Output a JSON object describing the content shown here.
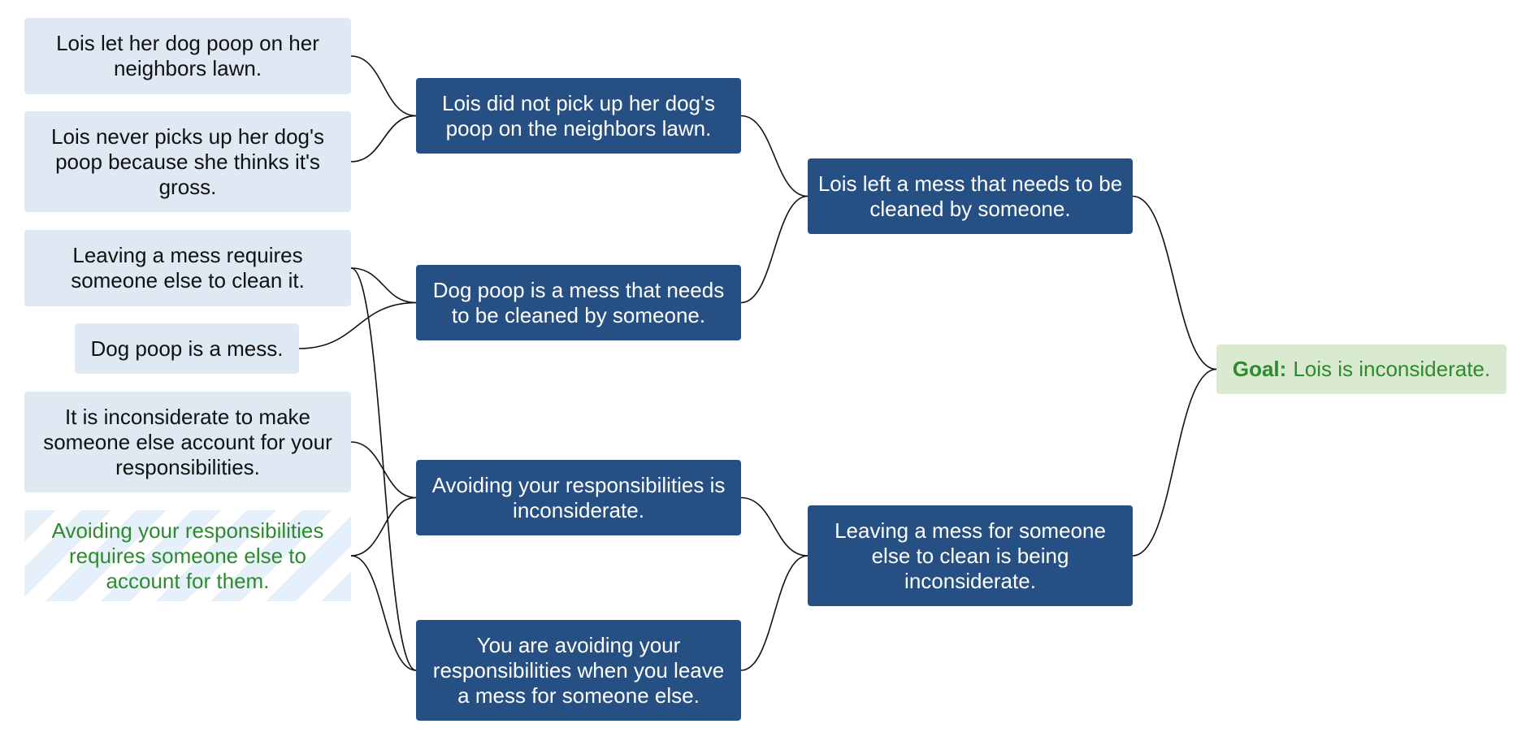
{
  "nodes": {
    "p1": "Lois let her dog poop on her neighbors lawn.",
    "p2": "Lois never picks up her dog's poop because she thinks it's gross.",
    "p3": "Leaving a mess requires someone else to clean it.",
    "p4": "Dog poop is a mess.",
    "p5": "It is inconsiderate to make someone else account for your responsibilities.",
    "h1": "Avoiding your responsibilities requires someone else to account for them.",
    "i1": "Lois did not pick up her dog's poop on the neighbors lawn.",
    "i2": "Dog poop is a mess that needs to be cleaned by someone.",
    "i3": "Avoiding your responsibilities is inconsiderate.",
    "i4": "You are avoiding your responsibilities when you leave a mess for someone else.",
    "c1": "Lois left a mess that needs to be cleaned by someone.",
    "c2": "Leaving a mess for someone else to clean is being inconsiderate."
  },
  "goal": {
    "label": "Goal:",
    "text": "Lois is inconsiderate."
  },
  "edges": [
    [
      "p1",
      "i1"
    ],
    [
      "p2",
      "i1"
    ],
    [
      "p3",
      "i2"
    ],
    [
      "p4",
      "i2"
    ],
    [
      "p3",
      "i4"
    ],
    [
      "p5",
      "i3"
    ],
    [
      "h1",
      "i3"
    ],
    [
      "h1",
      "i4"
    ],
    [
      "i1",
      "c1"
    ],
    [
      "i2",
      "c1"
    ],
    [
      "i3",
      "c2"
    ],
    [
      "i4",
      "c2"
    ],
    [
      "c1",
      "goal"
    ],
    [
      "c2",
      "goal"
    ]
  ],
  "colors": {
    "premise_fill": "#dfe9f4",
    "hypothesis_text": "#2e8a2e",
    "intermediate_fill": "#264f83",
    "goal_fill": "#d9ead0",
    "goal_text": "#2e8a2e"
  }
}
